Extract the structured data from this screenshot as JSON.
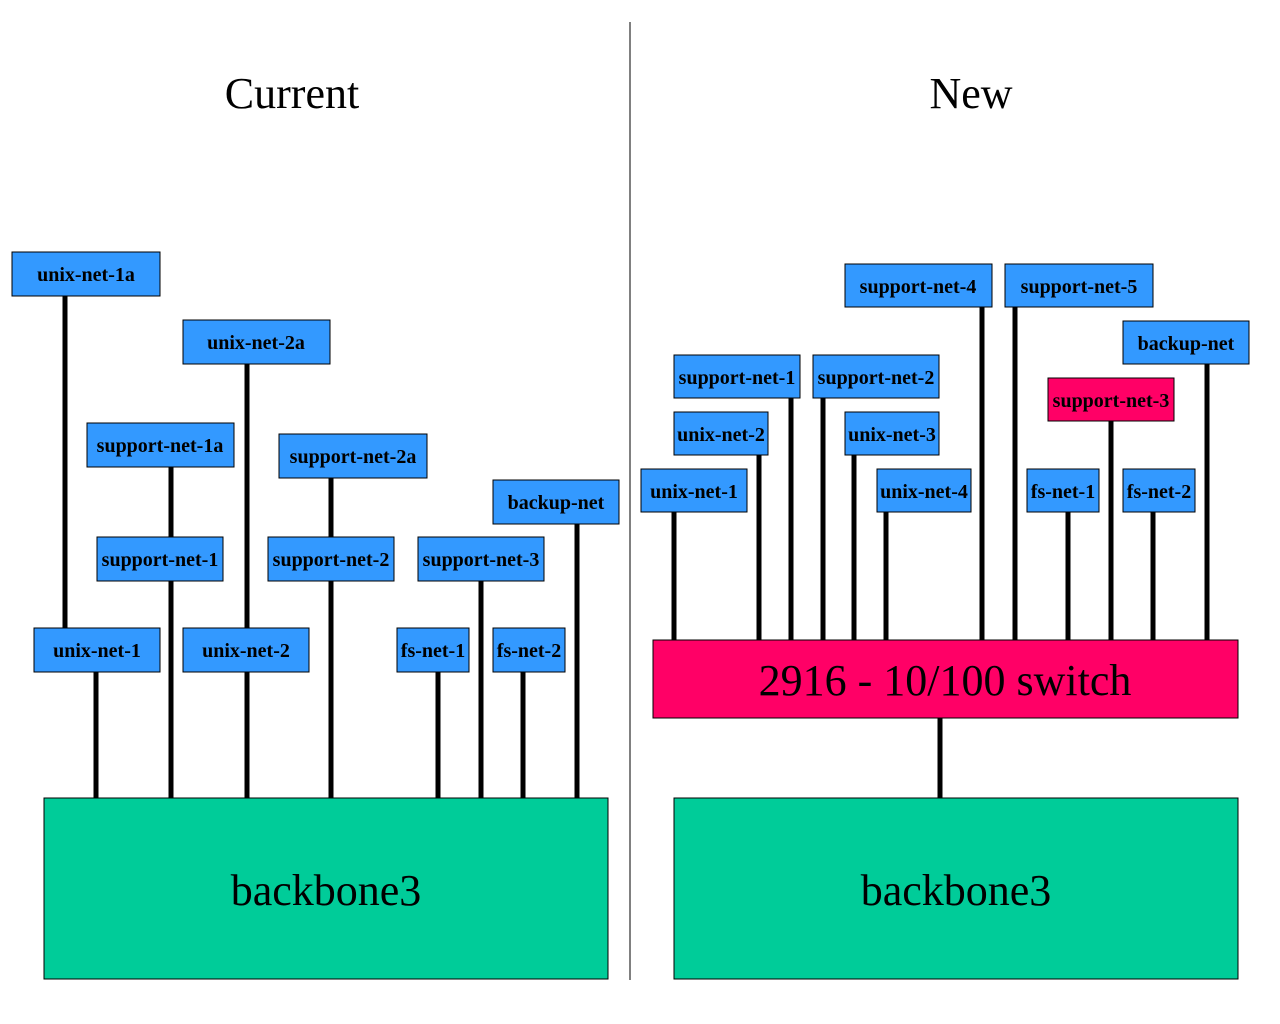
{
  "left_panel": {
    "title": "Current",
    "backbone": "backbone3",
    "nodes": [
      {
        "id": "l-unix-net-1a",
        "label": "unix-net-1a",
        "color": "#3399ff"
      },
      {
        "id": "l-unix-net-2a",
        "label": "unix-net-2a",
        "color": "#3399ff"
      },
      {
        "id": "l-support-net-1a",
        "label": "support-net-1a",
        "color": "#3399ff"
      },
      {
        "id": "l-support-net-2a",
        "label": "support-net-2a",
        "color": "#3399ff"
      },
      {
        "id": "l-backup-net",
        "label": "backup-net",
        "color": "#3399ff"
      },
      {
        "id": "l-support-net-1",
        "label": "support-net-1",
        "color": "#3399ff"
      },
      {
        "id": "l-support-net-2",
        "label": "support-net-2",
        "color": "#3399ff"
      },
      {
        "id": "l-support-net-3",
        "label": "support-net-3",
        "color": "#3399ff"
      },
      {
        "id": "l-unix-net-1",
        "label": "unix-net-1",
        "color": "#3399ff"
      },
      {
        "id": "l-unix-net-2",
        "label": "unix-net-2",
        "color": "#3399ff"
      },
      {
        "id": "l-fs-net-1",
        "label": "fs-net-1",
        "color": "#3399ff"
      },
      {
        "id": "l-fs-net-2",
        "label": "fs-net-2",
        "color": "#3399ff"
      }
    ]
  },
  "right_panel": {
    "title": "New",
    "switch": "2916 - 10/100 switch",
    "backbone": "backbone3",
    "nodes": [
      {
        "id": "r-support-net-4",
        "label": "support-net-4",
        "color": "#3399ff"
      },
      {
        "id": "r-support-net-5",
        "label": "support-net-5",
        "color": "#3399ff"
      },
      {
        "id": "r-backup-net",
        "label": "backup-net",
        "color": "#3399ff"
      },
      {
        "id": "r-support-net-1",
        "label": "support-net-1",
        "color": "#3399ff"
      },
      {
        "id": "r-support-net-2",
        "label": "support-net-2",
        "color": "#3399ff"
      },
      {
        "id": "r-support-net-3",
        "label": "support-net-3",
        "color": "#ff0066"
      },
      {
        "id": "r-unix-net-2",
        "label": "unix-net-2",
        "color": "#3399ff"
      },
      {
        "id": "r-unix-net-3",
        "label": "unix-net-3",
        "color": "#3399ff"
      },
      {
        "id": "r-unix-net-1",
        "label": "unix-net-1",
        "color": "#3399ff"
      },
      {
        "id": "r-unix-net-4",
        "label": "unix-net-4",
        "color": "#3399ff"
      },
      {
        "id": "r-fs-net-1",
        "label": "fs-net-1",
        "color": "#3399ff"
      },
      {
        "id": "r-fs-net-2",
        "label": "fs-net-2",
        "color": "#3399ff"
      }
    ]
  },
  "colors": {
    "network_box": "#3399ff",
    "highlight": "#ff0066",
    "switch": "#ff0066",
    "backbone": "#00cc99",
    "line": "#000000"
  }
}
